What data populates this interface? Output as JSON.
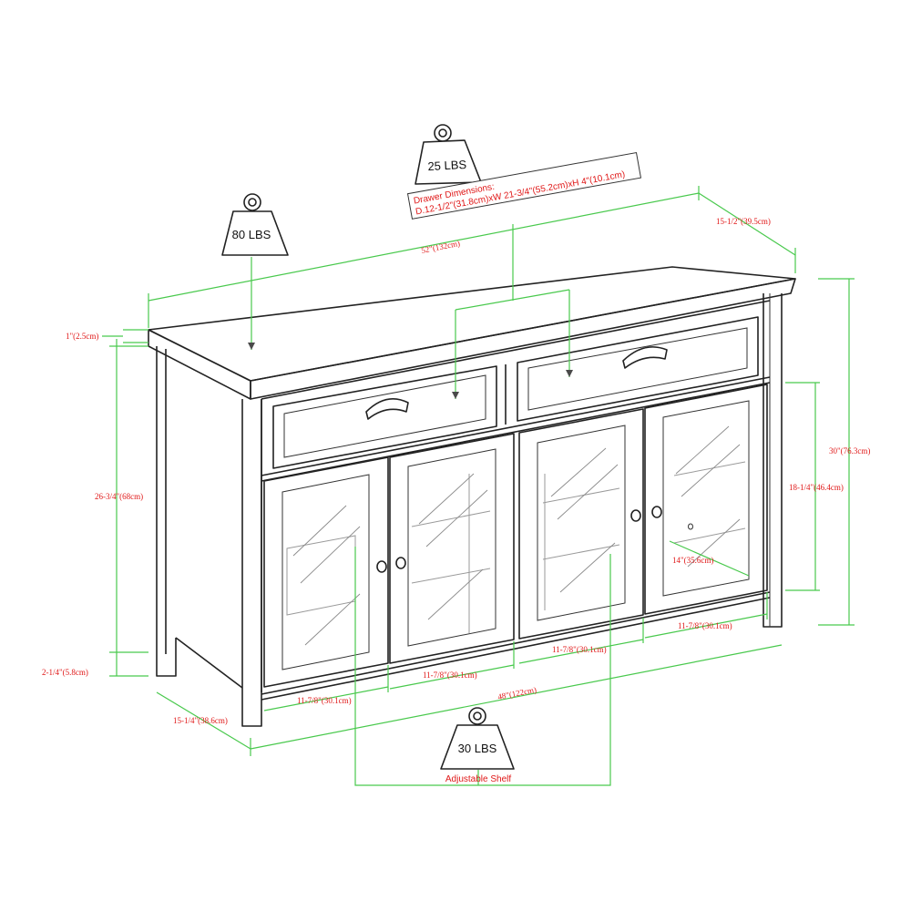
{
  "weights": {
    "top": "80 LBS",
    "drawer": "25 LBS",
    "shelf": "30 LBS"
  },
  "drawer_dimensions": {
    "title": "Drawer Dimensions:",
    "value": "D.12-1/2\"(31.8cm)xW 21-3/4\"(55.2cm)xH 4\"(10.1cm)"
  },
  "dimensions": {
    "top_width": "52\"(132cm)",
    "top_depth": "15-1/2\"(39.5cm)",
    "top_thickness": "1\"(2.5cm)",
    "side_height": "26-3/4\"(68cm)",
    "leg_height": "2-1/4\"(5.8cm)",
    "base_depth": "15-1/4\"(38.6cm)",
    "overall_height": "30\"(76.3cm)",
    "door_height": "18-1/4\"(46.4cm)",
    "shelf_depth": "14\"(35.6cm)",
    "bottom_width": "48\"(122cm)",
    "door_width": "11-7/8\"(30.1cm)"
  },
  "shelf_label": "Adjustable Shelf",
  "colors": {
    "dimension_line": "#49c94d",
    "dimension_text": "#e01818",
    "outline": "#222222"
  }
}
